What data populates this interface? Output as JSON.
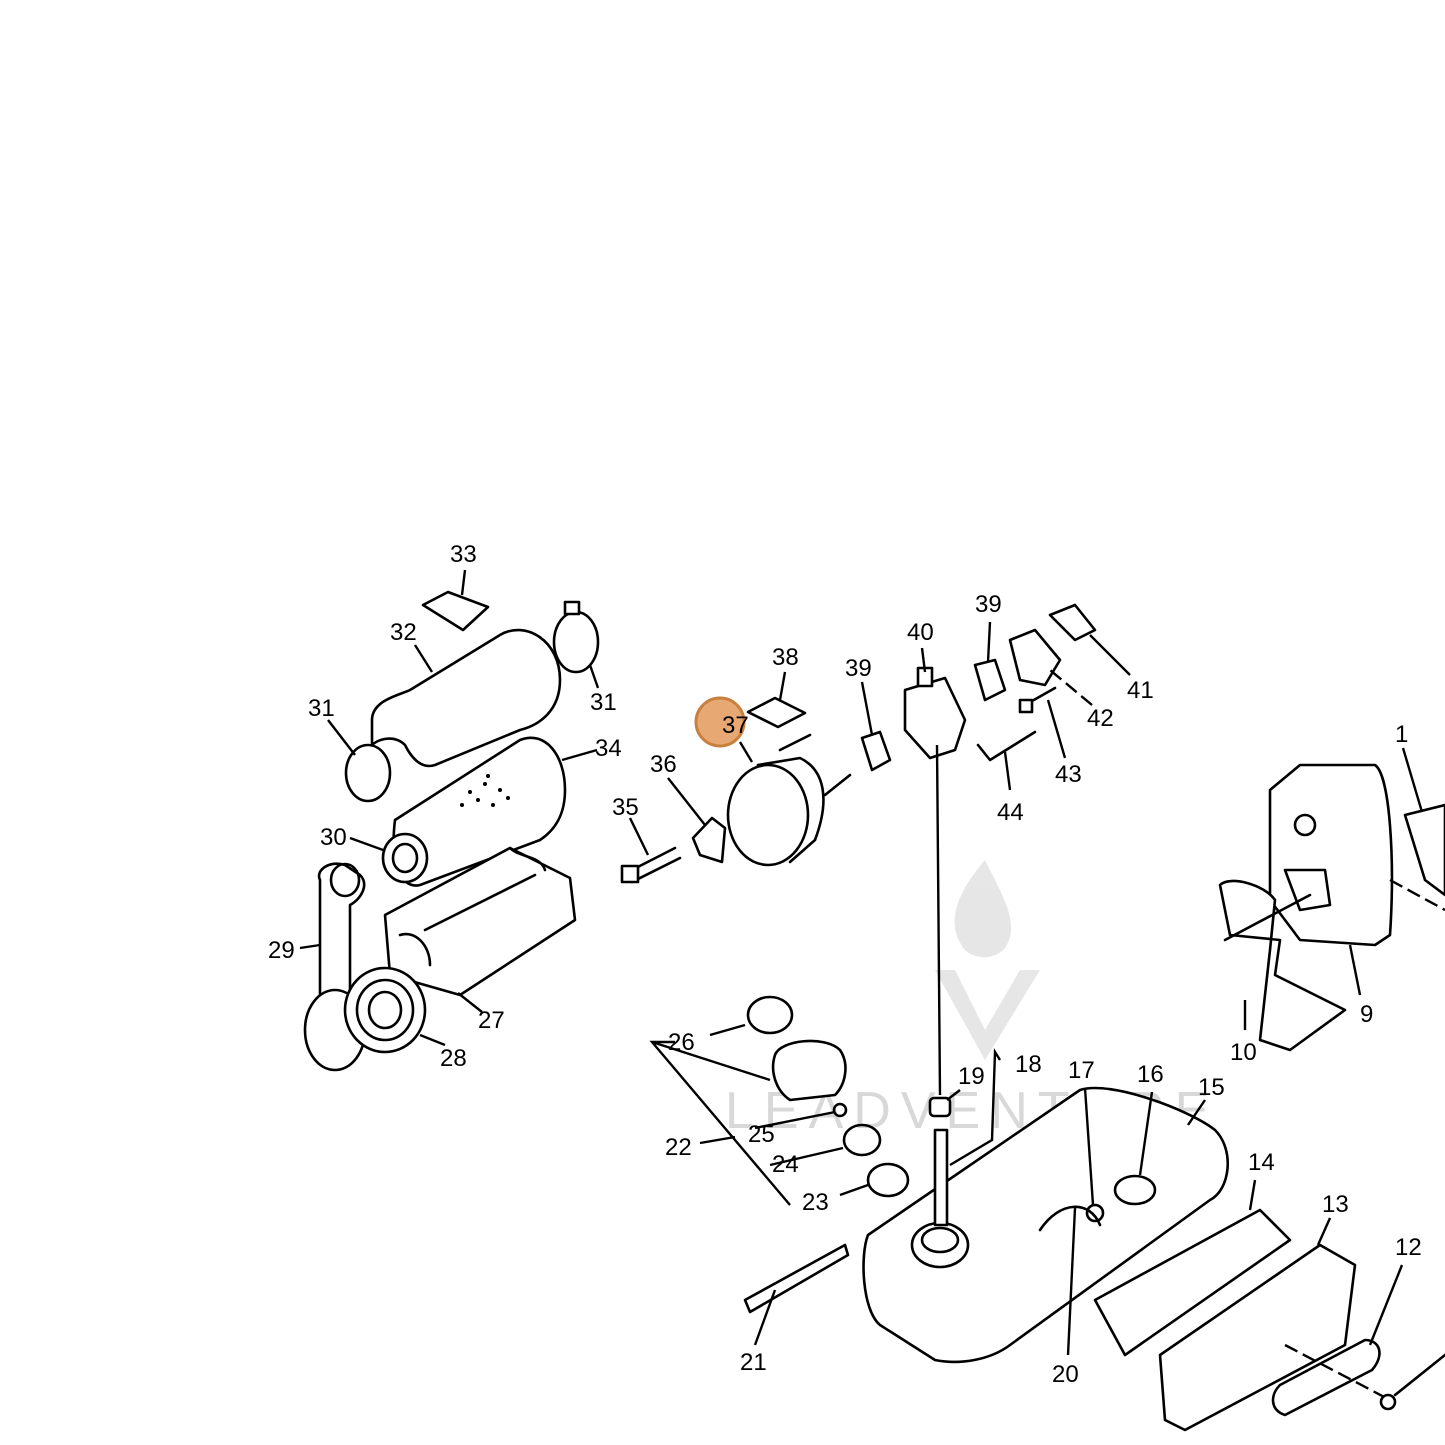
{
  "diagram": {
    "callouts": [
      "1",
      "9",
      "10",
      "12",
      "13",
      "14",
      "15",
      "16",
      "17",
      "18",
      "19",
      "20",
      "21",
      "22",
      "23",
      "24",
      "25",
      "26",
      "27",
      "28",
      "29",
      "30",
      "31",
      "31",
      "32",
      "33",
      "34",
      "35",
      "36",
      "37",
      "38",
      "39",
      "39",
      "40",
      "41",
      "42",
      "43",
      "44"
    ],
    "highlighted_callout": "37",
    "watermark_text": "LEADVENTURE",
    "highlight_color": "#e8a874",
    "highlight_stroke": "#c8803e"
  }
}
